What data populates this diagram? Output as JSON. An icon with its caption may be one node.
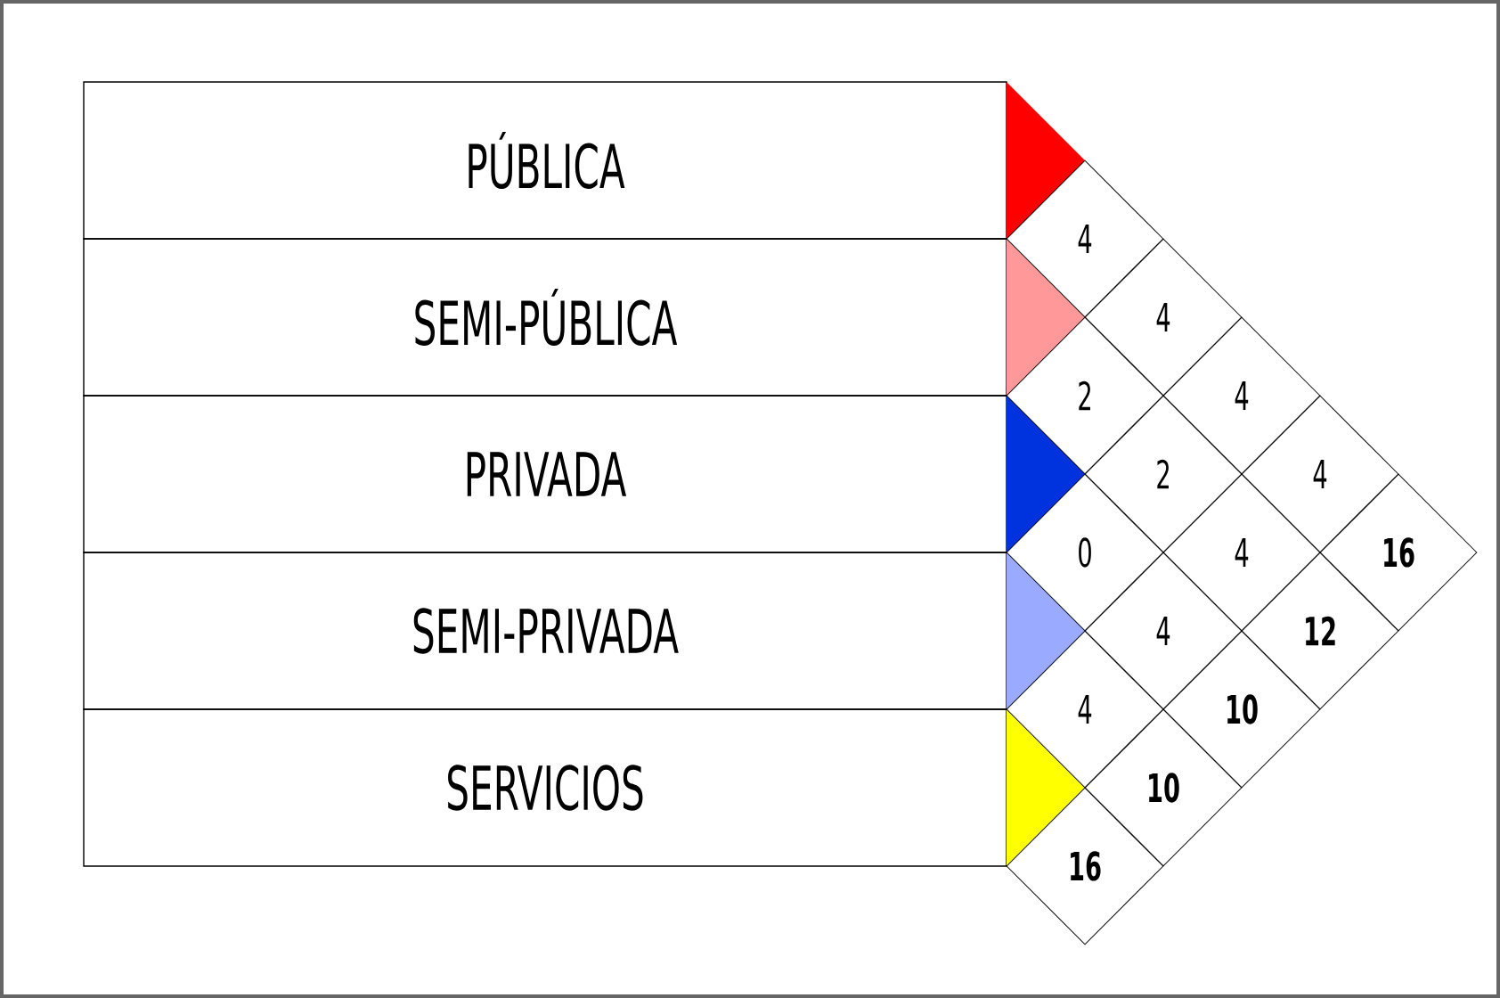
{
  "diagram": {
    "nodes": [
      {
        "text": [
          "PÚBLICA"
        ]
      },
      {
        "text": [
          "SEMI-PÚBLICA"
        ]
      },
      {
        "text": [
          "PRIVADA"
        ]
      },
      {
        "text": [
          "SEMI-PRIVADA"
        ]
      },
      {
        "text": [
          "SERVICIOS"
        ]
      },
      {
        "text": [
          "4"
        ]
      },
      {
        "text": [
          "4"
        ]
      },
      {
        "text": [
          "2"
        ]
      },
      {
        "text": [
          "4"
        ]
      },
      {
        "text": [
          "2"
        ]
      },
      {
        "text": [
          "4"
        ]
      },
      {
        "text": [
          "0"
        ]
      },
      {
        "text": [
          "4"
        ]
      },
      {
        "text": [
          "16"
        ]
      },
      {
        "text": [
          "4"
        ]
      },
      {
        "text": [
          "12"
        ]
      },
      {
        "text": [
          "4"
        ]
      },
      {
        "text": [
          "10"
        ]
      },
      {
        "text": [
          "10"
        ]
      },
      {
        "text": [
          "16"
        ]
      },
      {
        "text": [],
        "shape": "triangle"
      },
      {
        "text": [],
        "shape": "triangle"
      },
      {
        "text": [],
        "shape": "triangle"
      },
      {
        "text": [],
        "shape": "triangle"
      },
      {
        "text": [],
        "shape": "triangle"
      }
    ]
  }
}
